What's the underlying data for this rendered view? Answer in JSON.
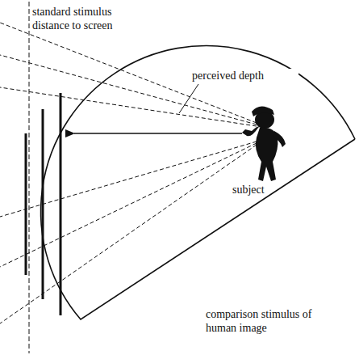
{
  "diagram": {
    "labels": [
      "standard stimulus distance to screen",
      "perceived depth",
      "subject",
      "comparison stimulus of human image"
    ]
  }
}
